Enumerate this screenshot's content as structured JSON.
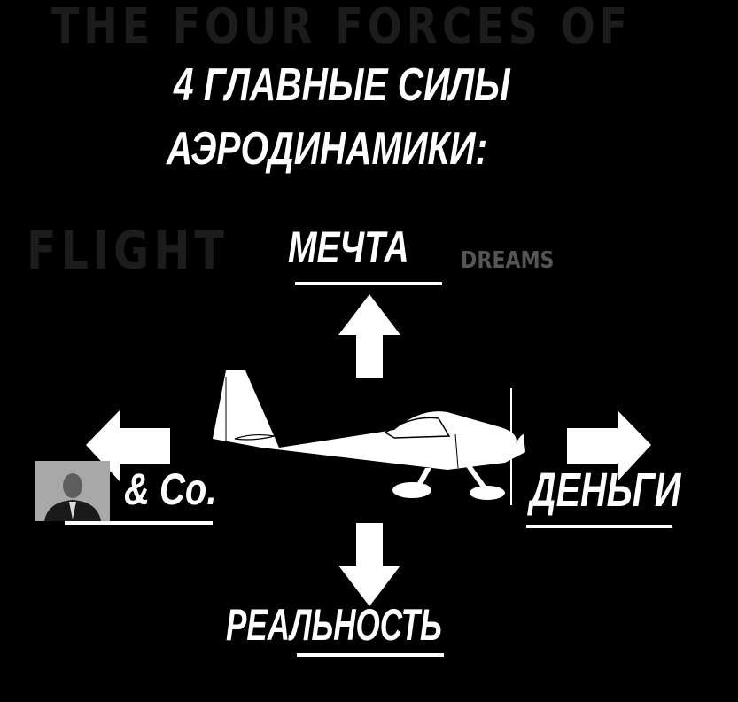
{
  "background_text": {
    "line1": "THE FOUR FORCES OF",
    "line2": "FLIGHT",
    "dreams": "DREAMS"
  },
  "title": {
    "line1": "4 ГЛАВНЫЕ СИЛЫ",
    "line2": "АЭРОДИНАМИКИ:"
  },
  "forces": {
    "up": "МЕЧТА",
    "left": "& Co.",
    "right": "ДЕНЬГИ",
    "down": "РЕАЛЬНОСТЬ"
  },
  "colors": {
    "background": "#000000",
    "foreground": "#ffffff"
  }
}
